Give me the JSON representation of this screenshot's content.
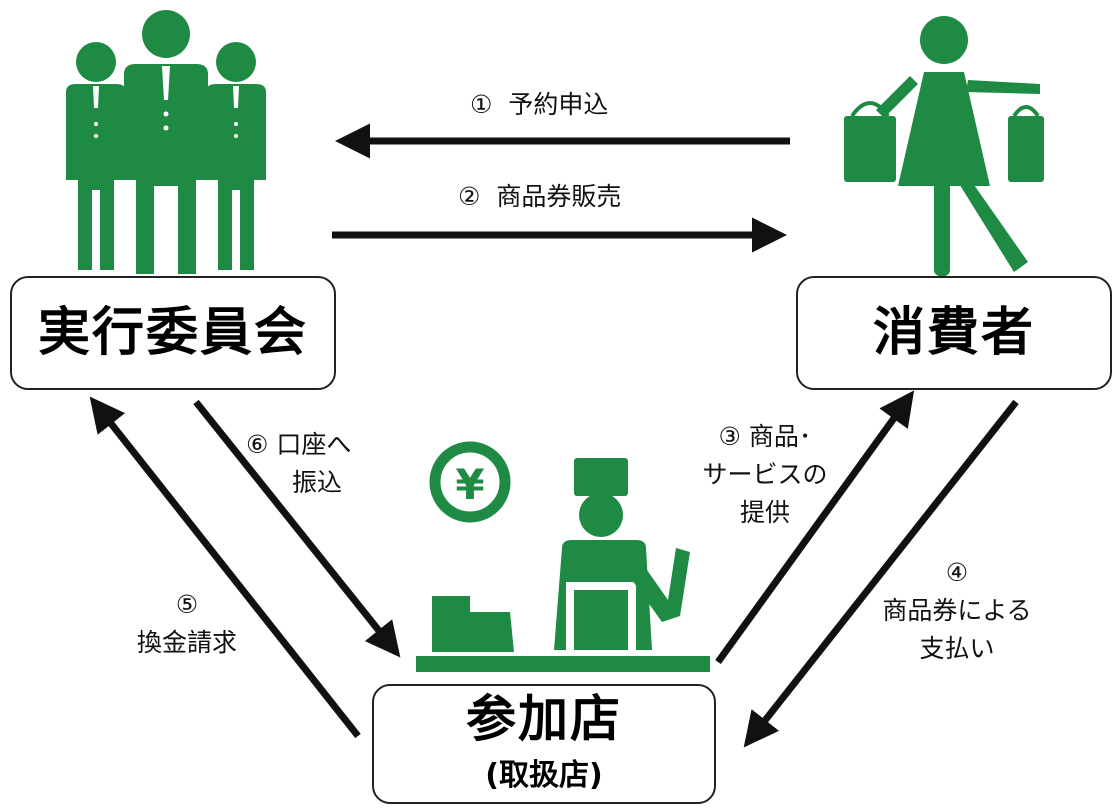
{
  "colors": {
    "green": "#1f8a44",
    "arrow": "#111111",
    "box_border": "#222222"
  },
  "nodes": {
    "committee": {
      "title": "実行委員会"
    },
    "consumer": {
      "title": "消費者"
    },
    "shop": {
      "title": "参加店",
      "subtitle": "(取扱店)"
    }
  },
  "icons": {
    "committee": "businessmen-group-icon",
    "consumer": "shopper-with-bags-icon",
    "shop": "shopkeeper-at-register-icon",
    "currency": "yen-coin-icon",
    "currency_symbol": "¥"
  },
  "flows": [
    {
      "num": "①",
      "lines": [
        "予約申込"
      ]
    },
    {
      "num": "②",
      "lines": [
        "商品券販売"
      ]
    },
    {
      "num": "③",
      "lines": [
        "商品･",
        "サービスの",
        "提供"
      ]
    },
    {
      "num": "④",
      "lines": [
        "商品券による",
        "支払い"
      ]
    },
    {
      "num": "⑤",
      "lines": [
        "換金請求"
      ]
    },
    {
      "num": "⑥",
      "lines": [
        "口座へ",
        "振込"
      ]
    }
  ]
}
